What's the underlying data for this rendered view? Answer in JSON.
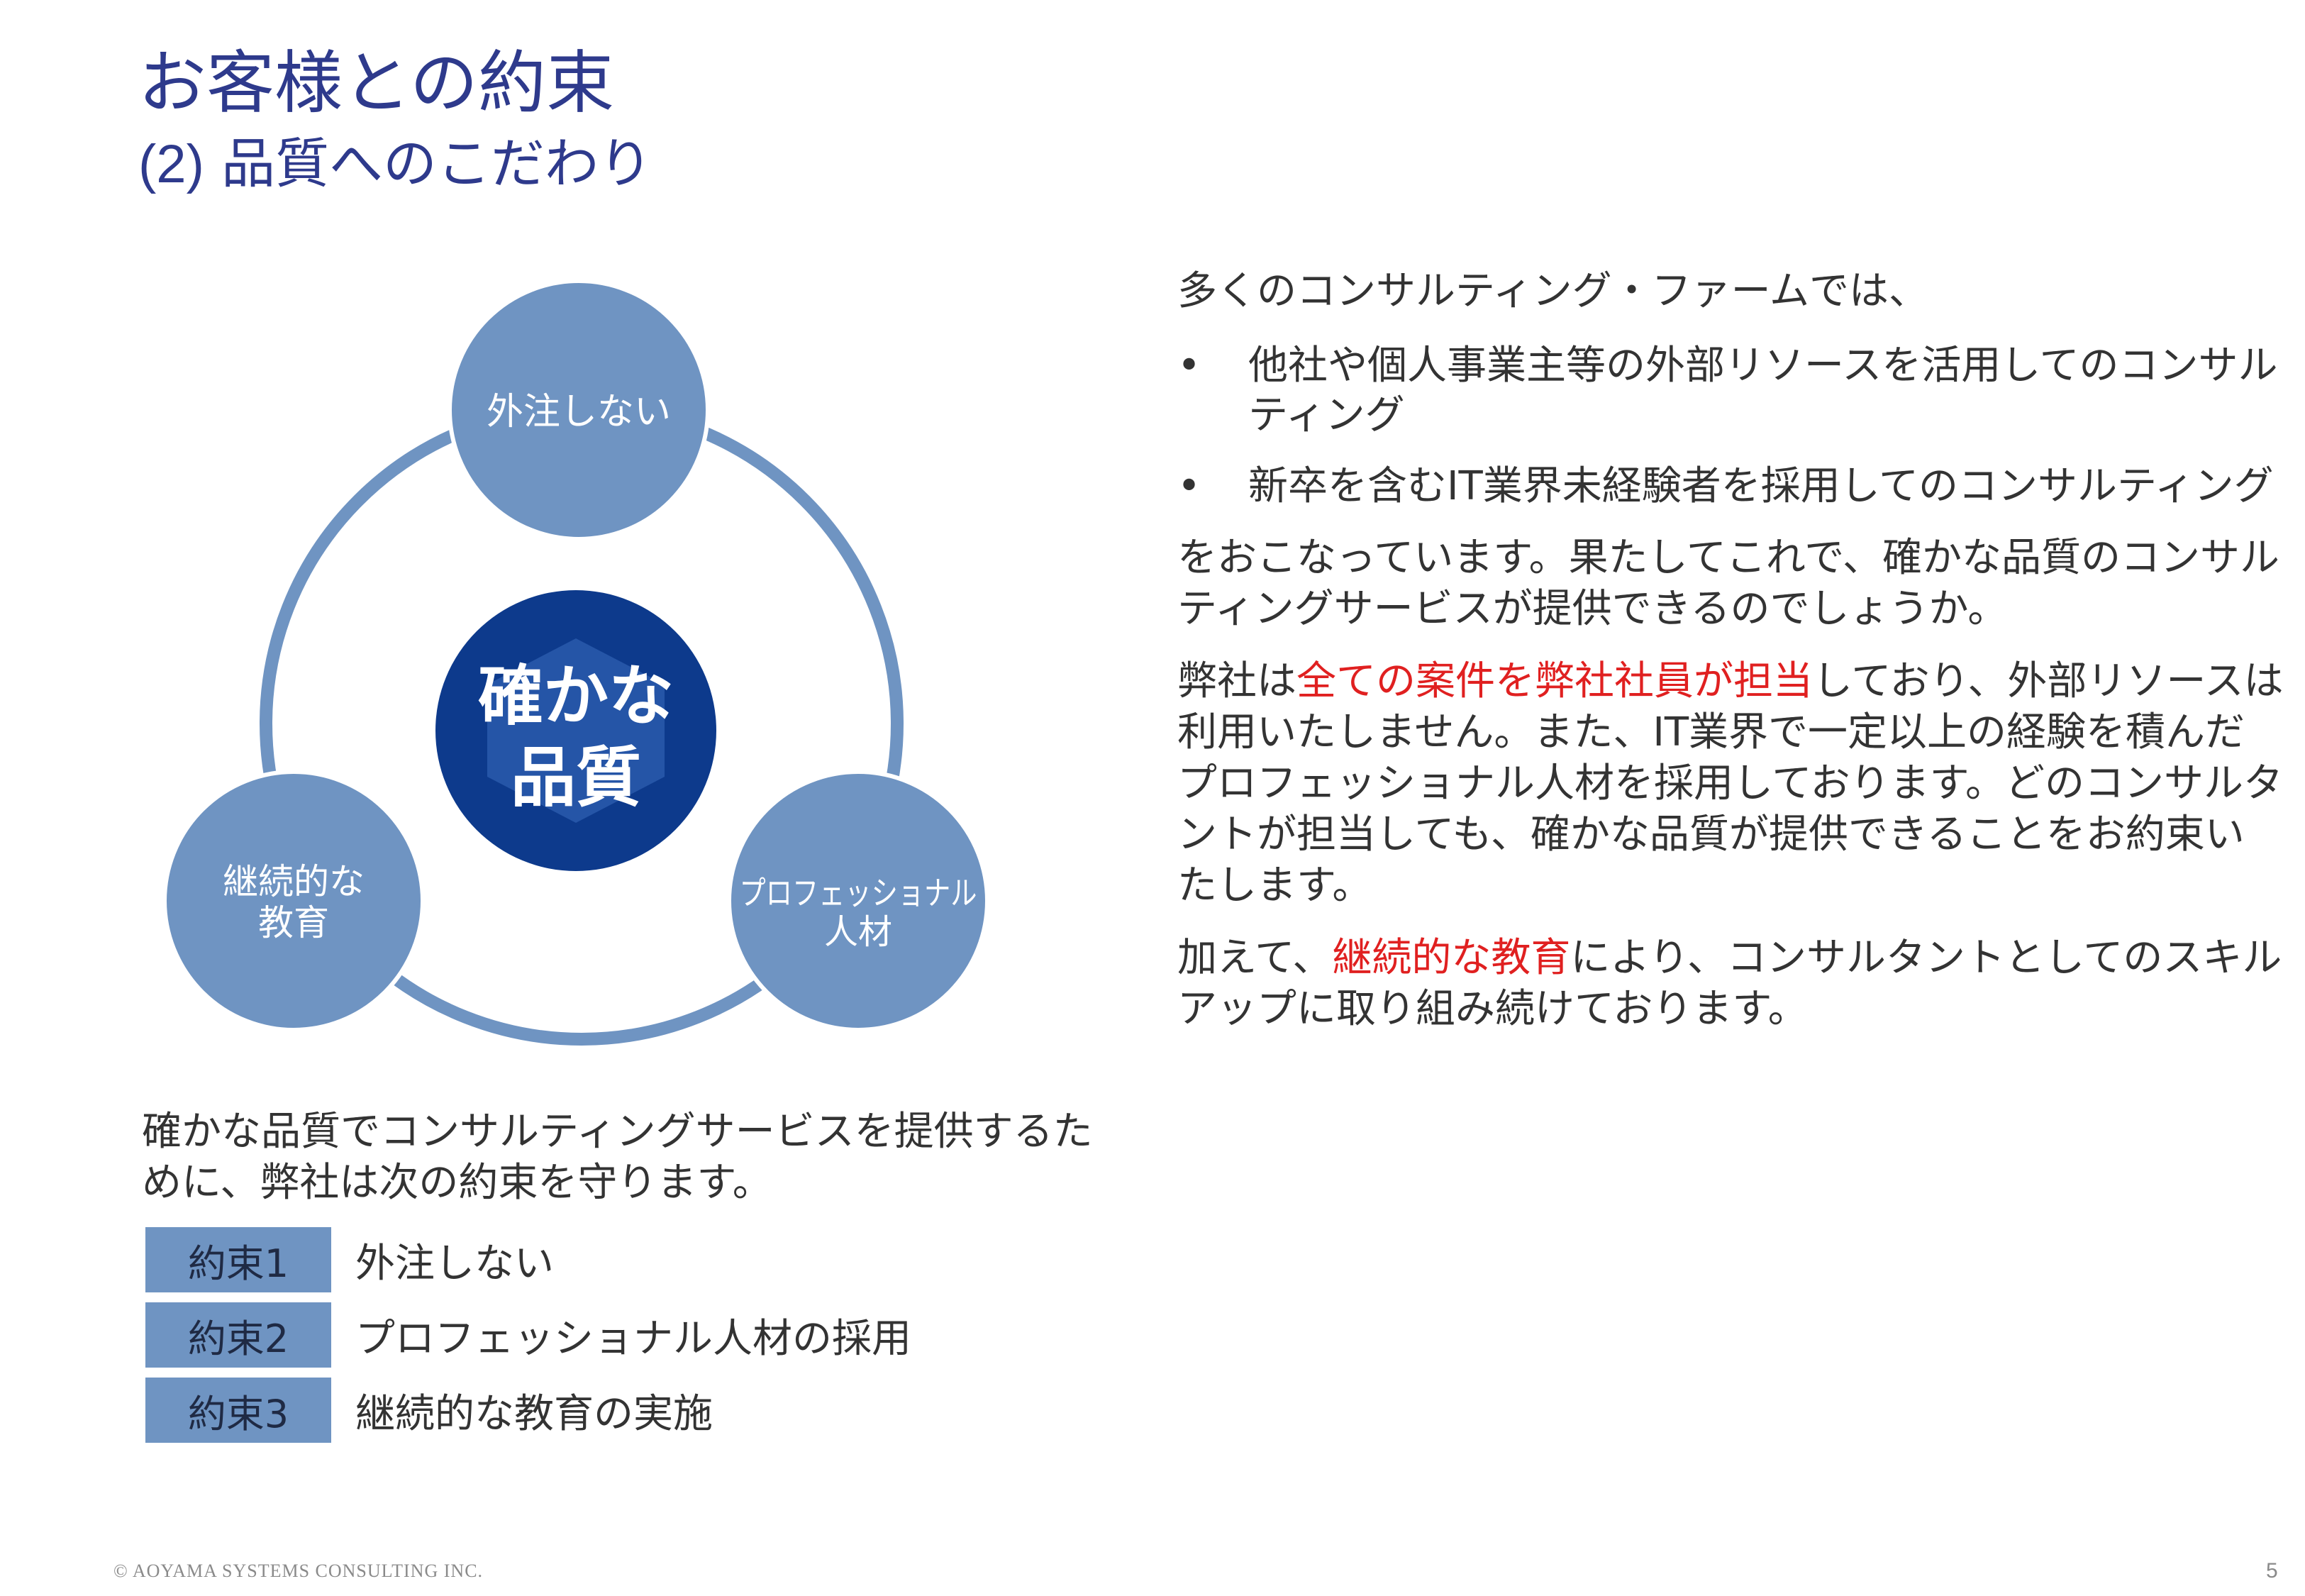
{
  "title": "お客様との約束",
  "subtitle": {
    "number": "(2)",
    "text": "品質へのこだわり"
  },
  "diagram": {
    "center_line1": "確かな",
    "center_line2": "品質",
    "top_label": "外注しない",
    "left_label_line1": "継続的な",
    "left_label_line2": "教育",
    "right_label_line1": "プロフェッショナル",
    "right_label_line2": "人材",
    "colors": {
      "ring": "#6f94c2",
      "satellite": "#6f94c2",
      "center": "#0d3a8c"
    }
  },
  "lead_text": "確かな品質でコンサルティングサービスを提供するために、弊社は次の約束を守ります。",
  "promises": [
    {
      "tag": "約束1",
      "text": "外注しない"
    },
    {
      "tag": "約束2",
      "text": "プロフェッショナル人材の採用"
    },
    {
      "tag": "約束3",
      "text": "継続的な教育の実施"
    }
  ],
  "right": {
    "intro": "多くのコンサルティング・ファームでは、",
    "bullet_symbol": "•",
    "bullets": [
      "他社や個人事業主等の外部リソースを活用してのコンサルティング",
      "新卒を含むIT業界未経験者を採用してのコンサルティング"
    ],
    "para1": "をおこなっています。果たしてこれで、確かな品質のコンサルティングサービスが提供できるのでしょうか。",
    "para2_pre": "弊社は",
    "para2_highlight": "全ての案件を弊社社員が担当",
    "para2_post": "しており、外部リソースは利用いたしません。また、IT業界で一定以上の経験を積んだプロフェッショナル人材を採用しております。どのコンサルタントが担当しても、確かな品質が提供できることをお約束いたします。",
    "para3_pre": "加えて、",
    "para3_highlight": "継続的な教育",
    "para3_post": "により、コンサルタントとしてのスキルアップに取り組み続けております。",
    "highlight_color": "#e02020"
  },
  "footer": {
    "copyright": "© AOYAMA SYSTEMS CONSULTING INC.",
    "page_number": "5"
  }
}
